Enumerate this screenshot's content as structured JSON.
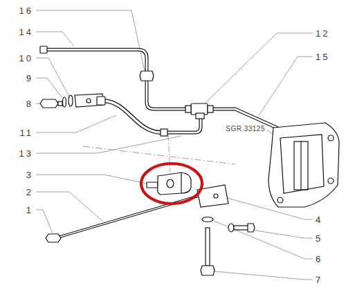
{
  "diagram": {
    "labels": [
      "16",
      "14",
      "10",
      "9",
      "8",
      "11",
      "13",
      "3",
      "2",
      "1",
      "12",
      "15",
      "SGR.33125",
      "4",
      "5",
      "6",
      "7"
    ]
  }
}
